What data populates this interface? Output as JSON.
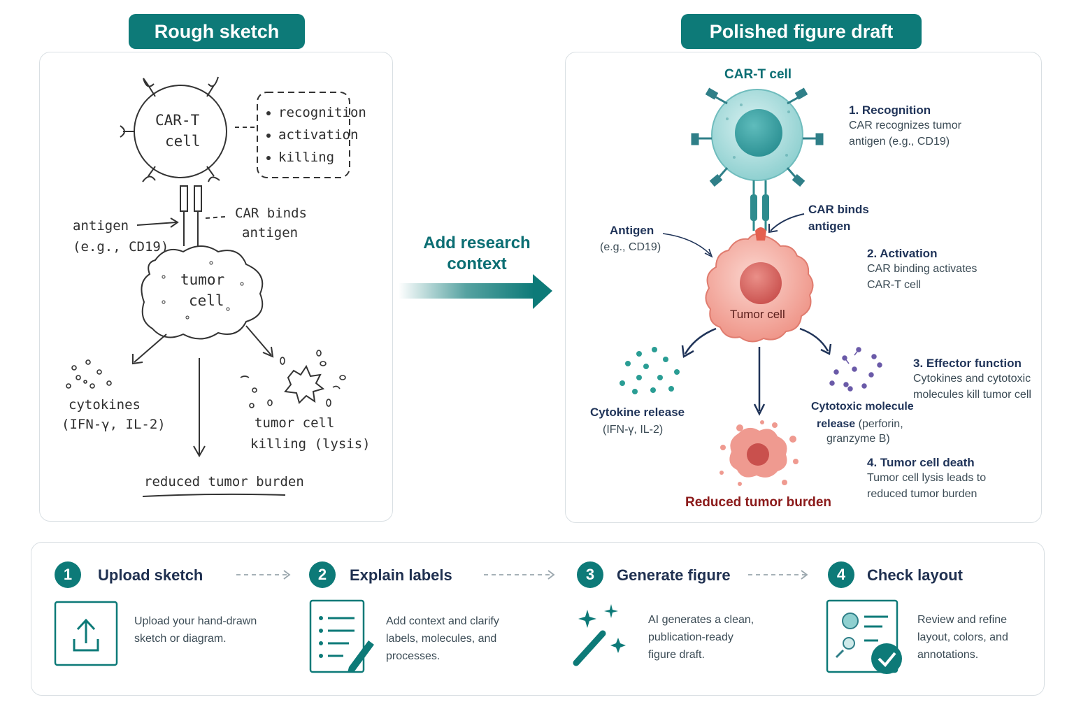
{
  "colors": {
    "teal": "#0d7a78",
    "navy": "#1f3358",
    "tumor_red": "#8b1a1a",
    "panel_border": "#d9dfe3"
  },
  "left_panel": {
    "title": "Rough sketch",
    "cart_label_1": "CAR-T",
    "cart_label_2": "cell",
    "bullets": [
      "recognition",
      "activation",
      "killing"
    ],
    "car_binds_1": "CAR binds",
    "car_binds_2": "antigen",
    "antigen_1": "antigen",
    "antigen_2": "(e.g., CD19)",
    "tumor_1": "tumor",
    "tumor_2": "cell",
    "cytokines_1": "cytokines",
    "cytokines_2": "(IFN-γ, IL-2)",
    "killing_1": "tumor cell",
    "killing_2": "killing (lysis)",
    "reduced": "reduced tumor burden"
  },
  "middle": {
    "line1": "Add research",
    "line2": "context"
  },
  "right_panel": {
    "title": "Polished figure draft",
    "cart_title": "CAR-T cell",
    "tumor_label": "Tumor cell",
    "antigen_1": "Antigen",
    "antigen_2": "(e.g., CD19)",
    "car_binds_1": "CAR binds",
    "car_binds_2": "antigen",
    "cytokine_1": "Cytokine release",
    "cytokine_2": "(IFN-γ, IL-2)",
    "cytotoxic_1": "Cytotoxic molecule",
    "cytotoxic_2a": "release",
    "cytotoxic_2b": " (perforin,",
    "cytotoxic_3": "granzyme B)",
    "reduced": "Reduced tumor burden",
    "notes": [
      {
        "title": "1. Recognition",
        "lines": [
          "CAR recognizes tumor",
          "antigen (e.g., CD19)"
        ]
      },
      {
        "title": "2. Activation",
        "lines": [
          "CAR binding activates",
          "CAR-T cell"
        ]
      },
      {
        "title": "3. Effector function",
        "lines": [
          "Cytokines and cytotoxic",
          "molecules kill tumor cell"
        ]
      },
      {
        "title": "4. Tumor cell death",
        "lines": [
          "Tumor cell lysis leads to",
          "reduced tumor burden"
        ]
      }
    ]
  },
  "steps": [
    {
      "num": "1",
      "title": "Upload sketch",
      "desc": [
        "Upload your hand-drawn",
        "sketch or diagram."
      ],
      "icon": "upload-icon"
    },
    {
      "num": "2",
      "title": "Explain labels",
      "desc": [
        "Add context and clarify",
        "labels, molecules, and",
        "processes."
      ],
      "icon": "notes-pencil-icon"
    },
    {
      "num": "3",
      "title": "Generate figure",
      "desc": [
        "AI generates a clean,",
        "publication-ready",
        "figure draft."
      ],
      "icon": "magic-wand-icon"
    },
    {
      "num": "4",
      "title": "Check layout",
      "desc": [
        "Review and refine",
        "layout, colors, and",
        "annotations."
      ],
      "icon": "checklist-icon"
    }
  ]
}
